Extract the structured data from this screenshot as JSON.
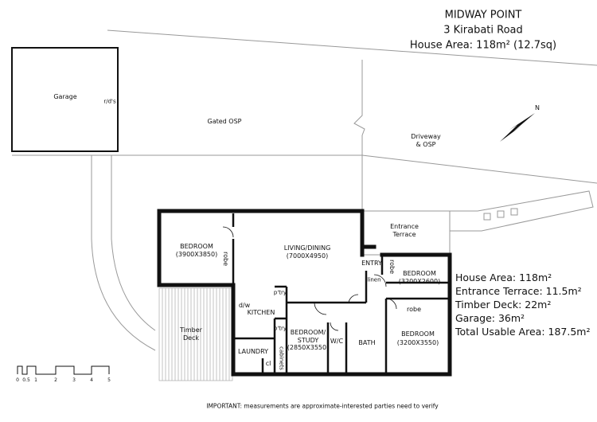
{
  "header": {
    "suburb": "MIDWAY POINT",
    "address": "3 Kirabati Road",
    "house_area": "House Area: 118m² (12.7sq)"
  },
  "areas": [
    "House Area: 118m²",
    "Entrance Terrace: 11.5m²",
    "Timber Deck: 22m²",
    "Garage: 36m²",
    "Total Usable Area: 187.5m²"
  ],
  "labels": {
    "garage": "Garage",
    "rds": "r/d's",
    "gated_osp": "Gated OSP",
    "driveway": "Driveway",
    "driveway2": "& OSP",
    "entrance_terrace": "Entrance",
    "entrance_terrace2": "Terrace",
    "bedroom1": "BEDROOM",
    "bedroom1_dim": "(3900X3850)",
    "living": "LIVING/DINING",
    "living_dim": "(7000X4950)",
    "entry": "ENTRY",
    "bedroom2": "BEDROOM",
    "bedroom2_dim": "(3200X2600)",
    "linen": "linen",
    "robe1": "robe",
    "robe2": "robe",
    "robe3": "robe",
    "pantry1": "p'try",
    "pantry2": "p'try",
    "dw": "d/w",
    "kitchen": "KITCHEN",
    "timber": "Timber",
    "deck": "Deck",
    "study": "BEDROOM/",
    "study2": "STUDY",
    "study_dim": "(2850X3550)",
    "wc": "W/C",
    "bath": "BATH",
    "bedroom3": "BEDROOM",
    "bedroom3_dim": "(3200X3550)",
    "laundry": "LAUNDRY",
    "cl": "cl",
    "cabinets": "cabinets",
    "north": "N"
  },
  "scale": [
    "0",
    "0.5",
    "1",
    "2",
    "3",
    "4",
    "5"
  ],
  "footer": "IMPORTANT: measurements are approximate-interested parties need to verify"
}
